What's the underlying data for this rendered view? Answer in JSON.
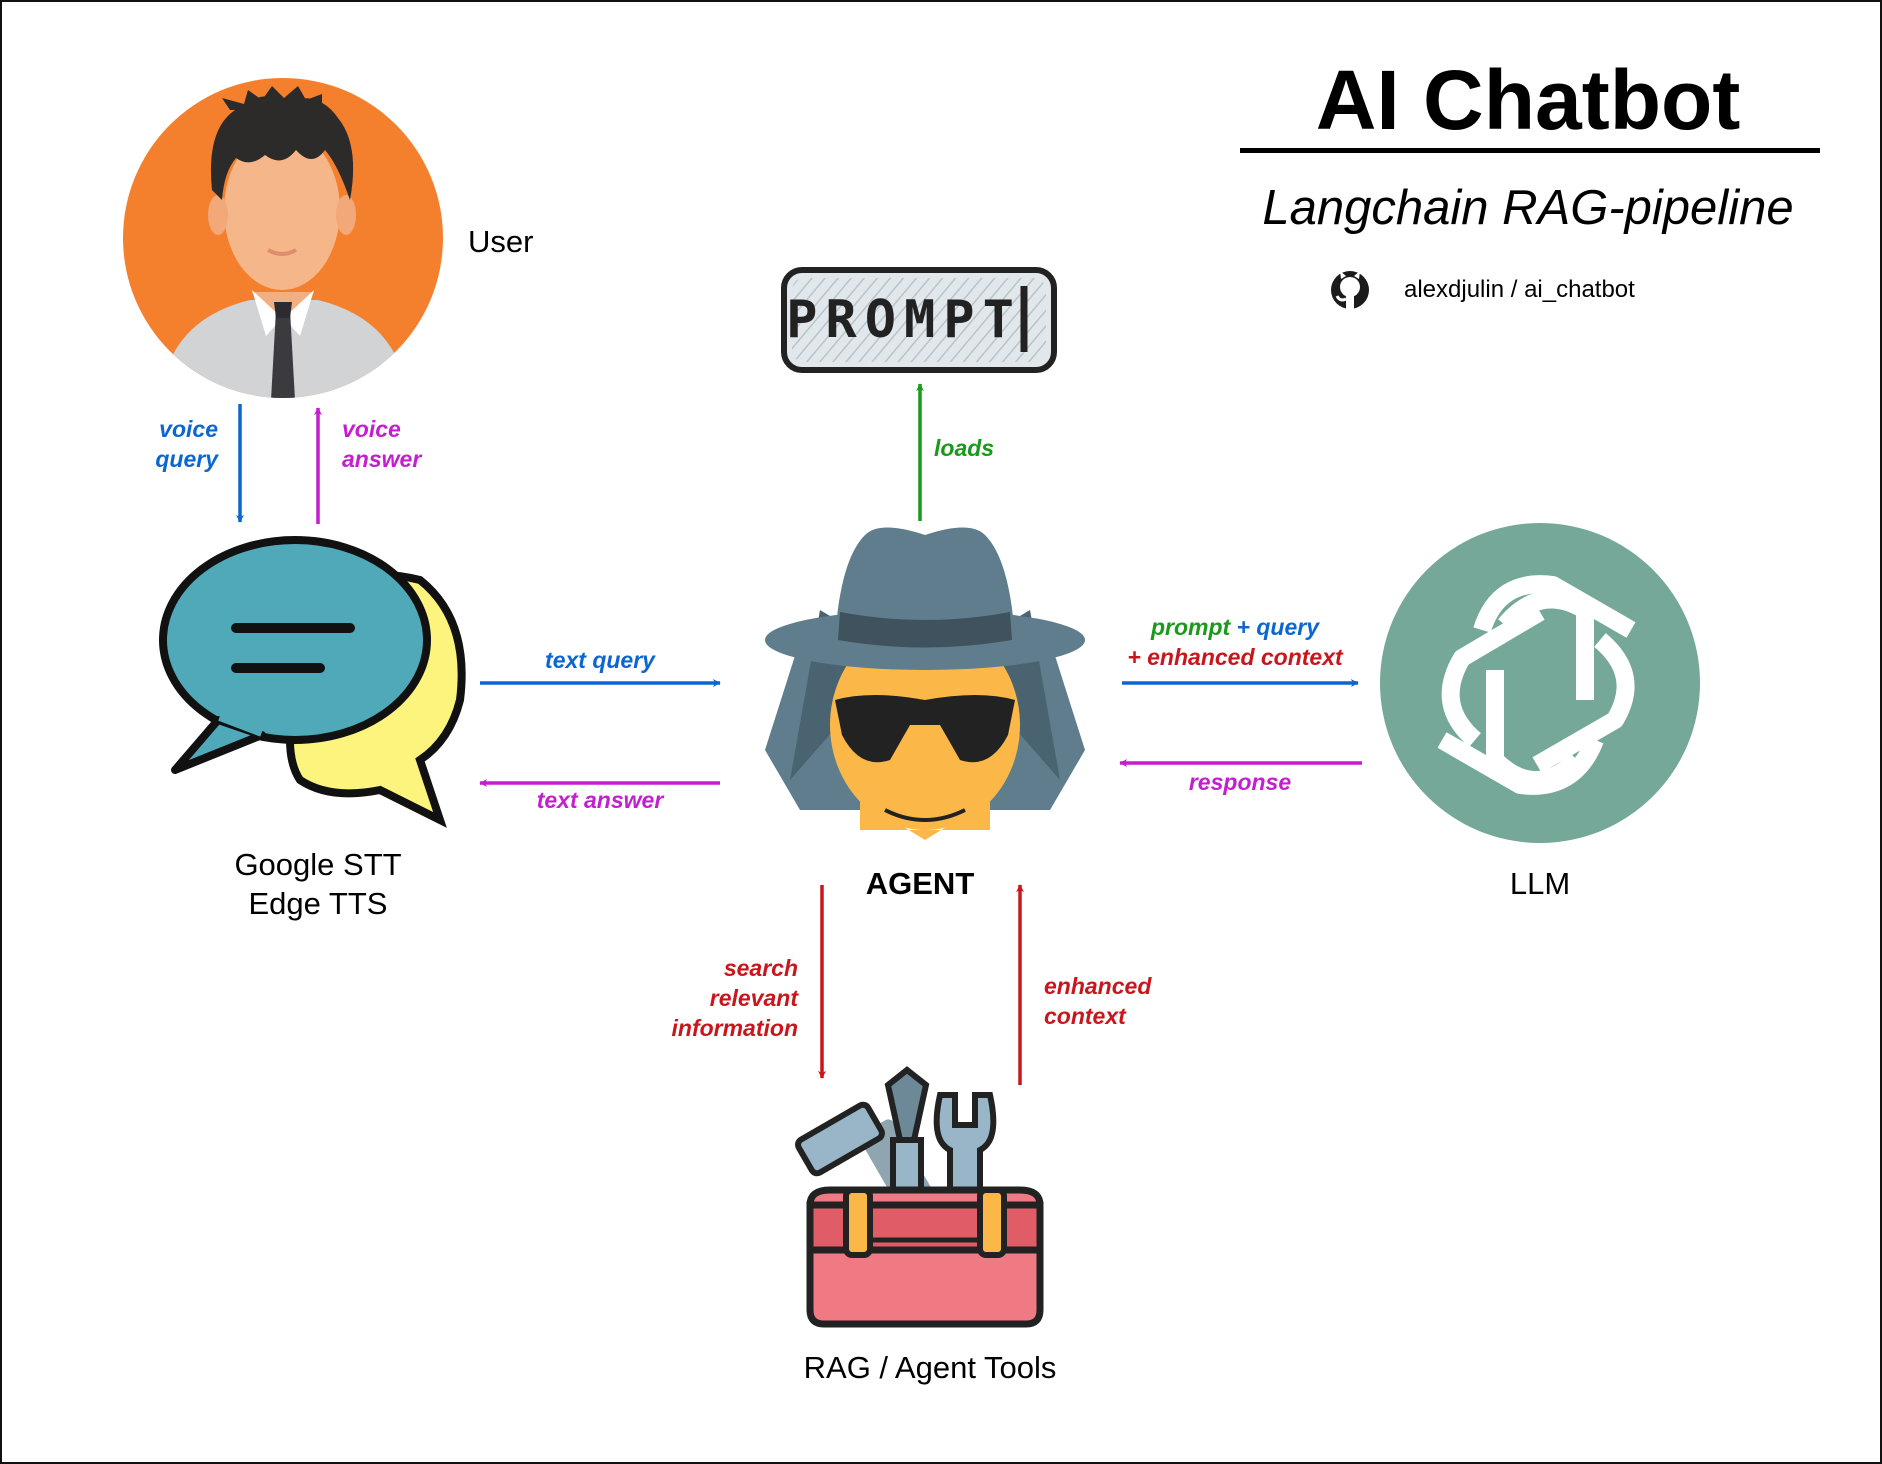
{
  "title": "AI Chatbot",
  "subtitle": "Langchain RAG-pipeline",
  "repo": {
    "icon": "github-icon",
    "text": "alexdjulin / ai_chatbot"
  },
  "nodes": {
    "user": {
      "label": "User",
      "icon": "user-avatar-icon"
    },
    "speech": {
      "line1": "Google STT",
      "line2": "Edge TTS",
      "icon": "speech-bubbles-icon"
    },
    "prompt": {
      "text": "PROMPT",
      "icon": "prompt-sign-icon"
    },
    "agent": {
      "label": "AGENT",
      "icon": "spy-agent-icon"
    },
    "llm": {
      "label": "LLM",
      "icon": "openai-logo-icon"
    },
    "tools": {
      "label": "RAG / Agent Tools",
      "icon": "toolbox-icon"
    }
  },
  "edges": {
    "voice_query": {
      "line1": "voice",
      "line2": "query"
    },
    "voice_answer": {
      "line1": "voice",
      "line2": "answer"
    },
    "text_query": "text query",
    "text_answer": "text answer",
    "loads": "loads",
    "prompt_query": {
      "part1": "prompt",
      "part2": " + query",
      "line2": "+ enhanced context"
    },
    "response": "response",
    "search": {
      "line1": "search",
      "line2": "relevant",
      "line3": "information"
    },
    "enhanced": {
      "line1": "enhanced",
      "line2": "context"
    }
  },
  "colors": {
    "blue": "#0b66d0",
    "magenta": "#c41fcf",
    "green": "#1a9a1a",
    "red": "#c8161c",
    "user_bg": "#f47f2c",
    "llm_bg": "#75a898",
    "bubble_teal": "#4fa9b8",
    "bubble_yellow": "#fdf47e",
    "agent_hat": "#5f7d8c",
    "agent_face": "#fbb848",
    "toolbox_red": "#f07a84"
  }
}
